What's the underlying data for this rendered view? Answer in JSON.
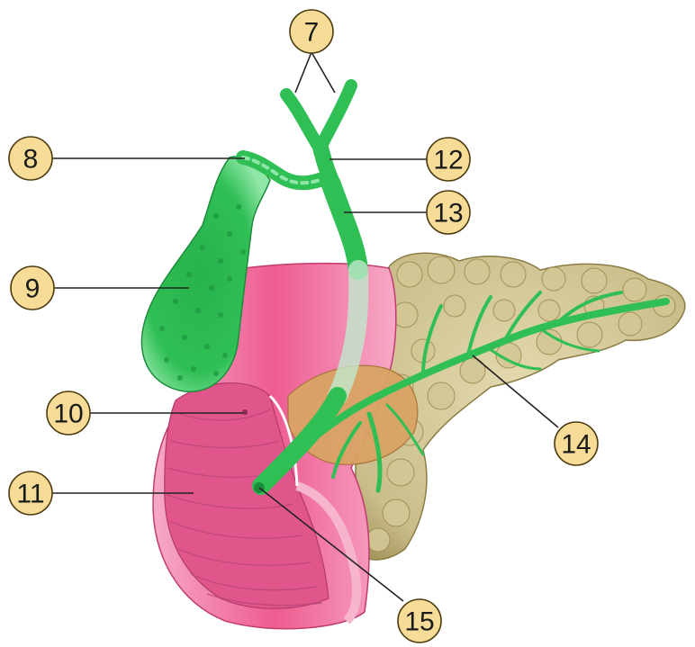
{
  "colors": {
    "label_fill": "#f6dc96",
    "bile_green": "#2fbf55",
    "bile_light": "#8fe6a6",
    "duodenum_pink": "#ee5c92",
    "duodenum_light": "#f7a9c6",
    "pancreas": "#c9bd8a",
    "pancreas_dark": "#a6975e",
    "head_orange": "#d9a464"
  },
  "labels": {
    "l7": "7",
    "l8": "8",
    "l9": "9",
    "l10": "10",
    "l11": "11",
    "l12": "12",
    "l13": "13",
    "l14": "14",
    "l15": "15"
  }
}
